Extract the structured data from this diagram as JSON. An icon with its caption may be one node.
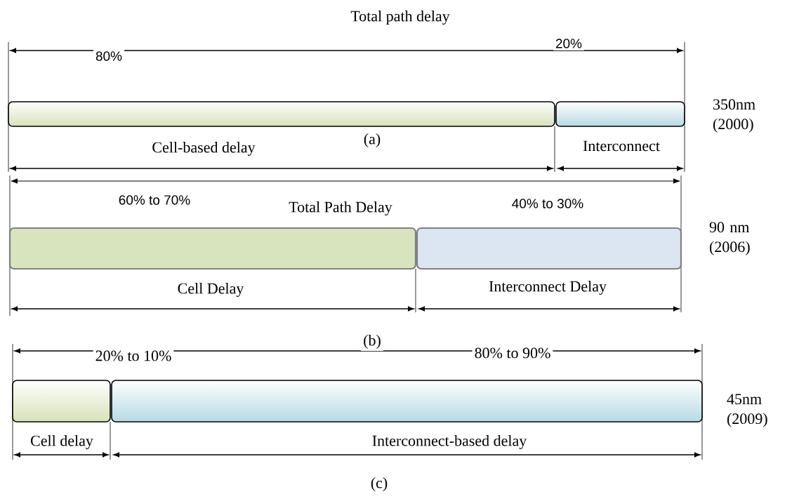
{
  "diagram": {
    "nodes": [
      {
        "text": [],
        "shape": "bar",
        "beside": [
          "Cell-based delay"
        ]
      },
      {
        "text": [],
        "shape": "bar",
        "beside": [
          "Interconnect"
        ]
      },
      {
        "text": [],
        "shape": "bar",
        "beside": [
          "Cell Delay"
        ]
      },
      {
        "text": [],
        "shape": "bar",
        "beside": [
          "Interconnect Delay"
        ]
      },
      {
        "text": [],
        "shape": "bar",
        "beside": [
          "Cell delay"
        ]
      },
      {
        "text": [],
        "shape": "bar",
        "beside": [
          "Interconnect-based delay"
        ]
      }
    ],
    "labels": [
      "Total path delay",
      "80%",
      "20%",
      "350nm (2000)",
      "(a)",
      "60% to 70%",
      "Total Path Delay",
      "40% to 30%",
      "90 nm (2006)",
      "(b)",
      "20% to 10%",
      "80% to 90%",
      "45nm (2009)",
      "(c)"
    ]
  }
}
